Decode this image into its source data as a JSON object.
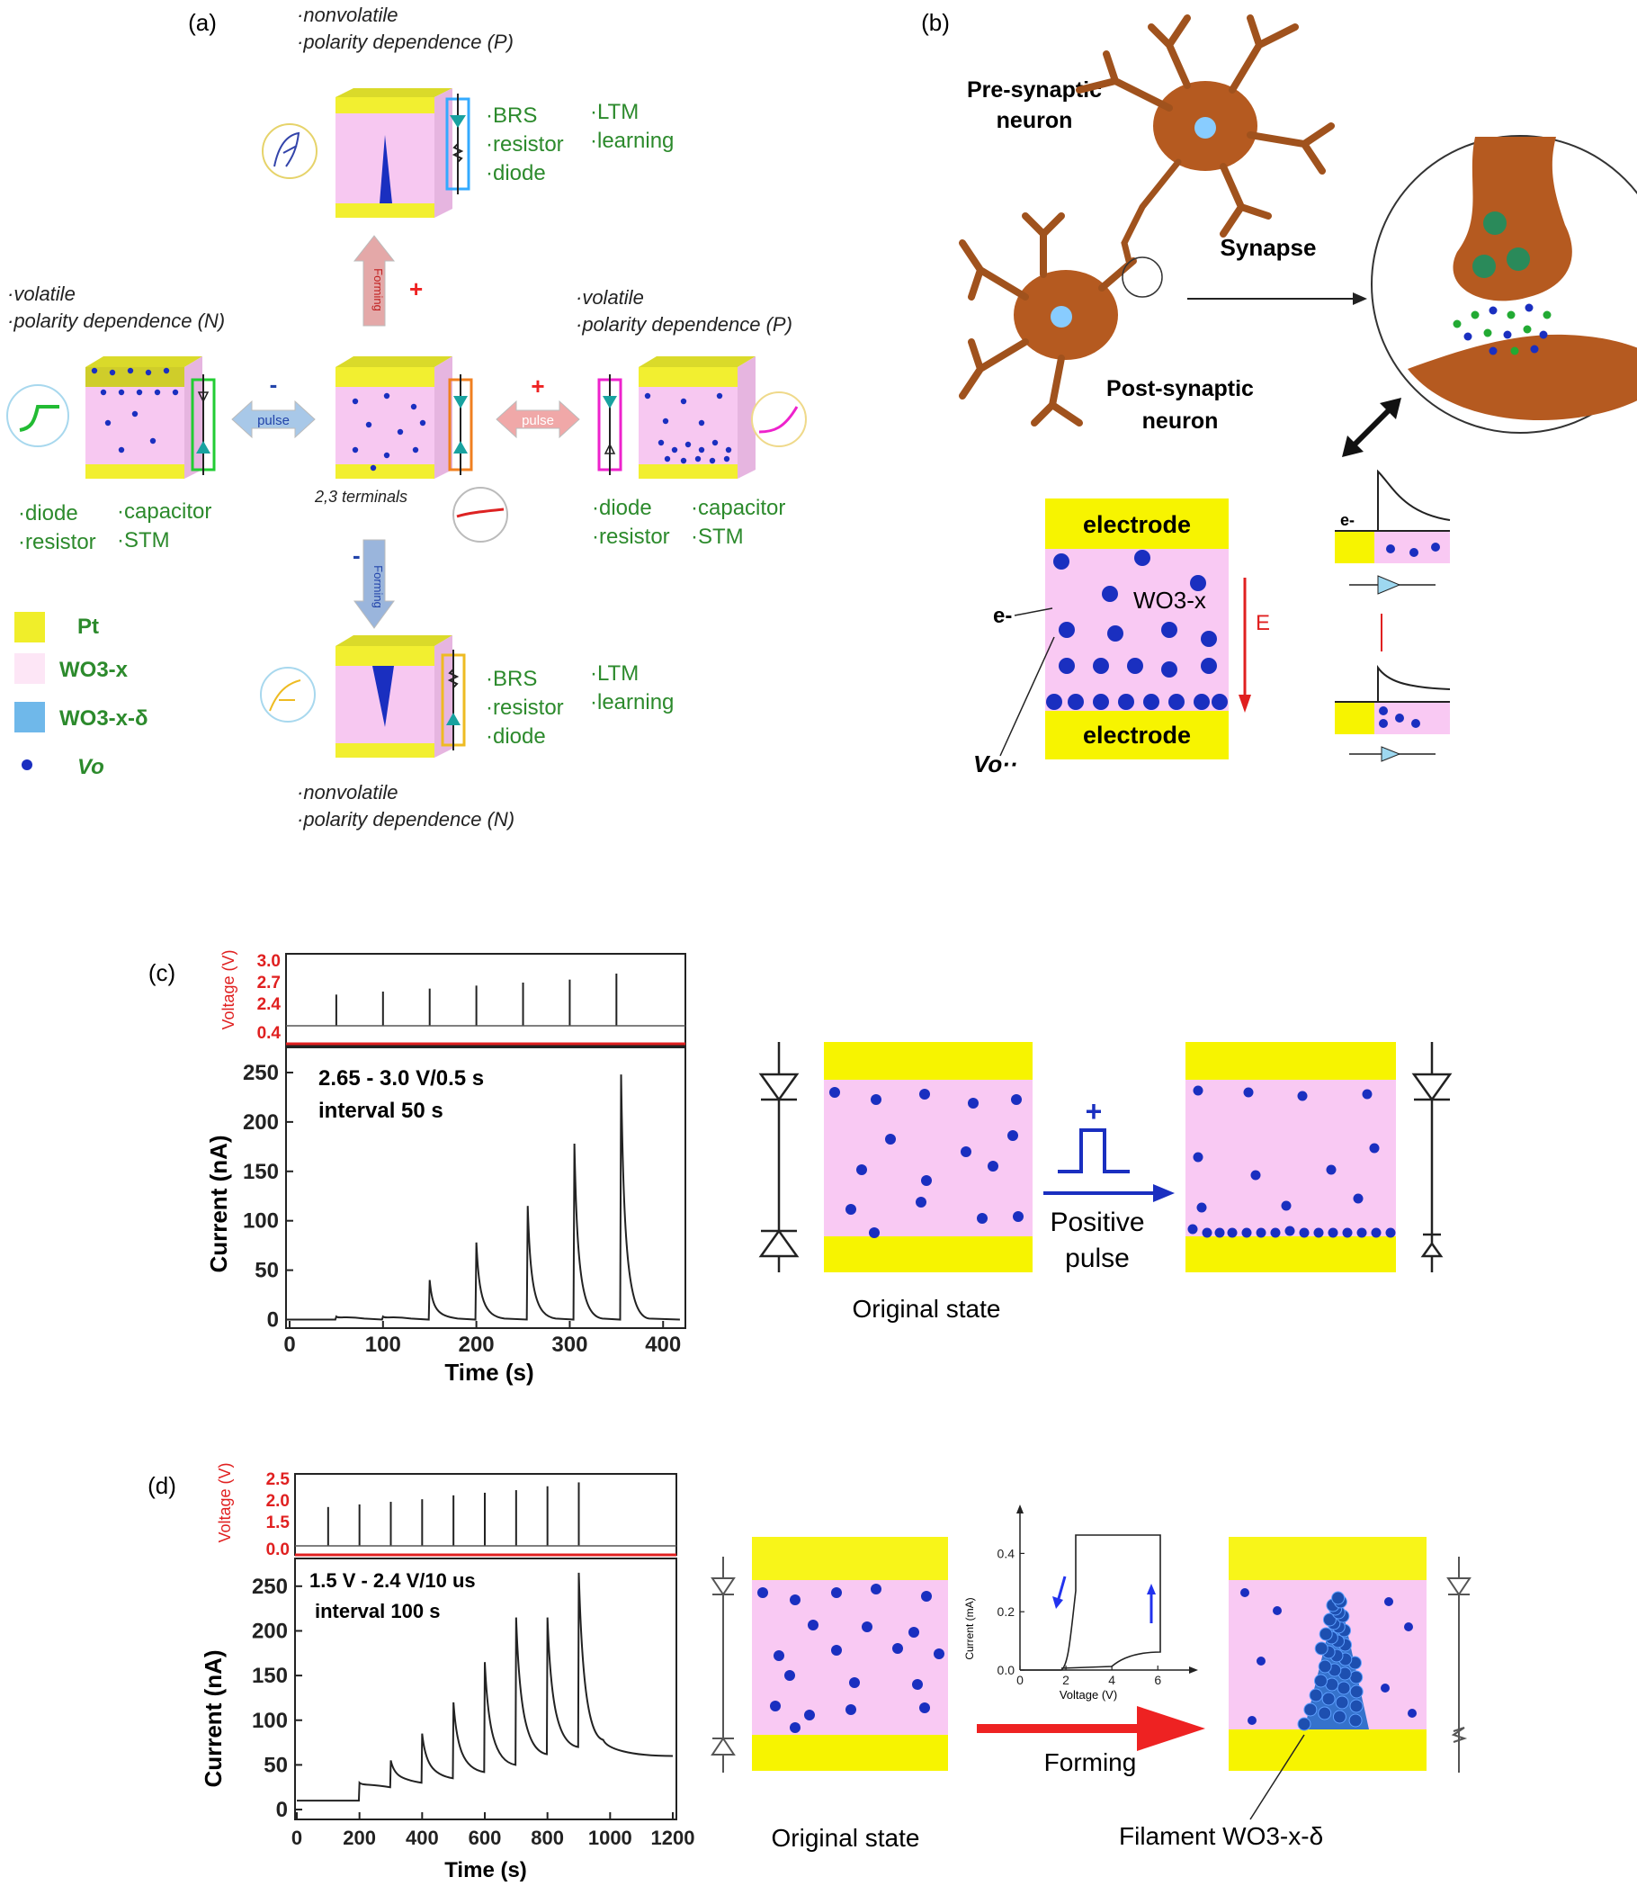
{
  "panel_a": {
    "label": "(a)",
    "top_props": [
      "·nonvolatile",
      "·polarity dependence (P)"
    ],
    "top_func": [
      "·BRS",
      "·resistor",
      "·diode"
    ],
    "top_mem": [
      "·LTM",
      "·learning"
    ],
    "left_props": [
      "·volatile",
      "·polarity dependence (N)"
    ],
    "right_props": [
      "·volatile",
      "·polarity dependence (P)"
    ],
    "left_func_1": [
      "·diode",
      "·resistor"
    ],
    "left_func_2": [
      "·capacitor",
      "·STM"
    ],
    "right_func_1": [
      "·diode",
      "·resistor"
    ],
    "right_func_2": [
      "·capacitor",
      "·STM"
    ],
    "center_caption": "2,3 terminals",
    "forming": "Forming",
    "pulse": "pulse",
    "plus": "+",
    "minus": "-",
    "bottom_func": [
      "·BRS",
      "·resistor",
      "·diode"
    ],
    "bottom_mem": [
      "·LTM",
      "·learning"
    ],
    "bottom_props": [
      "·nonvolatile",
      "·polarity dependence (N)"
    ],
    "legend": [
      "Pt",
      "WO3-x",
      "WO3-x-δ",
      "Vo"
    ],
    "legend_colors": [
      "#f0ee2a",
      "#fde6f6",
      "#6fb8ea",
      "#1b2fc0"
    ]
  },
  "panel_b": {
    "label": "(b)",
    "pre": [
      "Pre-synaptic",
      "neuron"
    ],
    "post": [
      "Post-synaptic",
      "neuron"
    ],
    "synapse": "Synapse",
    "electrode_top": "electrode",
    "electrode_bottom": "electrode",
    "material": "WO3-x",
    "field": "E",
    "electron": "e-",
    "vacancy": "Vo··"
  },
  "panel_c": {
    "label": "(c)",
    "annotation": [
      "2.65 - 3.0 V/0.5 s",
      "interval  50 s"
    ],
    "state_label": "Original state",
    "pulse_label": [
      "Positive",
      "pulse"
    ],
    "plus": "+"
  },
  "panel_d": {
    "label": "(d)",
    "annotation": [
      "1.5 V - 2.4 V/10 us",
      "interval 100 s"
    ],
    "state_label": "Original state",
    "forming_label": "Forming",
    "filament_label": "Filament WO3-x-δ"
  },
  "chart_data": [
    {
      "id": "c-voltage",
      "type": "line",
      "ylabel": "Voltage (V)",
      "yticks": [
        "3.0",
        "2.7",
        "2.4",
        "0.4"
      ],
      "x": [
        50,
        100,
        150,
        200,
        250,
        300,
        350
      ],
      "values": [
        2.65,
        2.7,
        2.75,
        2.8,
        2.85,
        2.9,
        3.0
      ]
    },
    {
      "id": "c-current",
      "type": "line",
      "xlabel": "Time (s)",
      "ylabel": "Current (nA)",
      "xlim": [
        0,
        420
      ],
      "ylim": [
        -5,
        270
      ],
      "xticks": [
        0,
        100,
        200,
        300,
        400
      ],
      "yticks": [
        0,
        50,
        100,
        150,
        200,
        250
      ],
      "peaks": [
        {
          "x": 50,
          "y": 3
        },
        {
          "x": 100,
          "y": 3
        },
        {
          "x": 150,
          "y": 40
        },
        {
          "x": 200,
          "y": 78
        },
        {
          "x": 255,
          "y": 115
        },
        {
          "x": 305,
          "y": 178
        },
        {
          "x": 355,
          "y": 248
        }
      ]
    },
    {
      "id": "d-voltage",
      "type": "line",
      "ylabel": "Voltage (V)",
      "yticks": [
        "2.5",
        "2.0",
        "1.5",
        "0.0"
      ],
      "x": [
        100,
        200,
        300,
        400,
        500,
        600,
        700,
        800,
        900
      ],
      "values": [
        1.5,
        1.6,
        1.7,
        1.8,
        1.95,
        2.05,
        2.15,
        2.3,
        2.45
      ]
    },
    {
      "id": "d-current",
      "type": "line",
      "xlabel": "Time (s)",
      "ylabel": "Current (nA)",
      "xlim": [
        0,
        1200
      ],
      "ylim": [
        -5,
        275
      ],
      "xticks": [
        0,
        200,
        400,
        600,
        800,
        1000,
        1200
      ],
      "yticks": [
        0,
        50,
        100,
        150,
        200,
        250
      ],
      "peaks": [
        {
          "x": 200,
          "y": 30,
          "base": 25
        },
        {
          "x": 300,
          "y": 55,
          "base": 30
        },
        {
          "x": 400,
          "y": 85,
          "base": 35
        },
        {
          "x": 500,
          "y": 120,
          "base": 42
        },
        {
          "x": 600,
          "y": 165,
          "base": 50
        },
        {
          "x": 700,
          "y": 215,
          "base": 62
        },
        {
          "x": 800,
          "y": 215,
          "base": 70
        },
        {
          "x": 900,
          "y": 265,
          "base": 78
        }
      ],
      "tail": 60
    },
    {
      "id": "d-inset",
      "type": "line",
      "xlabel": "Voltage (V)",
      "ylabel": "Current (mA)",
      "xlim": [
        0,
        6.5
      ],
      "ylim": [
        0,
        0.5
      ],
      "xticks": [
        0,
        2,
        4,
        6
      ],
      "yticks": [
        0.0,
        0.2,
        0.4
      ]
    }
  ]
}
